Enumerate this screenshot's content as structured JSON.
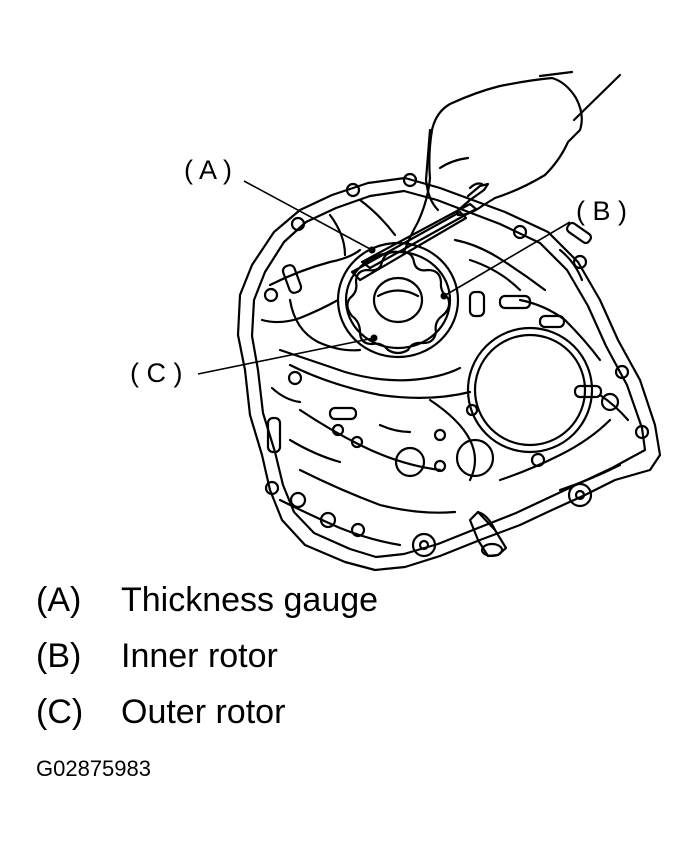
{
  "callouts": {
    "a": "( A )",
    "b": "( B )",
    "c": "( C )"
  },
  "legend": [
    {
      "key": "(A)",
      "text": "Thickness gauge"
    },
    {
      "key": "(B)",
      "text": "Inner rotor"
    },
    {
      "key": "(C)",
      "text": "Outer rotor"
    }
  ],
  "figure_id": "G02875983"
}
